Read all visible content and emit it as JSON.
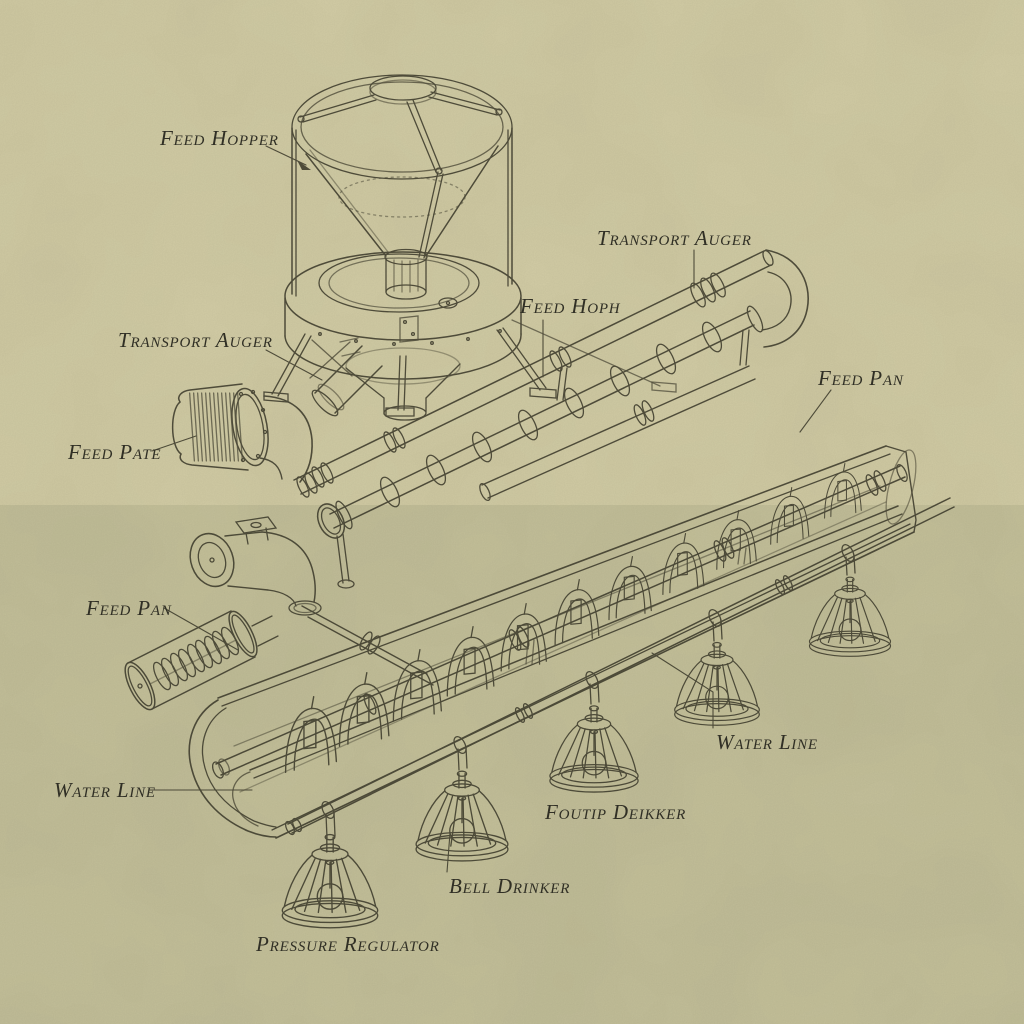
{
  "colors": {
    "paper_upper": "#d6d0a8",
    "paper_lower": "#c8c49d",
    "ink": "#3d3b2c",
    "label_ink": "#302f25"
  },
  "labels": {
    "feed_hopper": "Feed Hopper",
    "transport_auger_right": "Transport Auger",
    "feed_hoph": "Feed Hoph",
    "transport_auger_left": "Transport Auger",
    "feed_pan_right": "Feed Pan",
    "feed_pate": "Feed Pate",
    "feed_pan_left": "Feed Pan",
    "water_line_right": "Water Line",
    "foutip_deikker": "Foutip Deikker",
    "water_line_left": "Water Line",
    "bell_drinker": "Bell Drinker",
    "pressure_regulator": "Pressure Regulator"
  }
}
